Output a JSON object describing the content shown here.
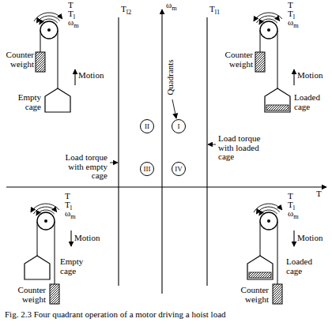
{
  "diagram": {
    "caption": "Fig. 2.3 Four quadrant operation of a motor driving a hoist load",
    "nodes": [
      {
        "text": [
          "II"
        ]
      },
      {
        "text": [
          "I"
        ]
      },
      {
        "text": [
          "III"
        ]
      },
      {
        "text": [
          "IV"
        ]
      }
    ],
    "labels": [
      "T",
      "Tl",
      "ωm",
      "Counter weight",
      "Motion",
      "Empty cage",
      "T",
      "Tl",
      "ωm",
      "Counter weight",
      "Motion",
      "Loaded cage",
      "ωm",
      "Tl2",
      "Tl1",
      "Quadrants",
      "Load torque with loaded cage",
      "T",
      "Load torque with empty cage",
      "T",
      "Tl",
      "ωm",
      "Motion",
      "Empty cage",
      "Counter weight",
      "T",
      "Tl",
      "ωm",
      "Motion",
      "Loaded cage",
      "Counter weight"
    ]
  }
}
